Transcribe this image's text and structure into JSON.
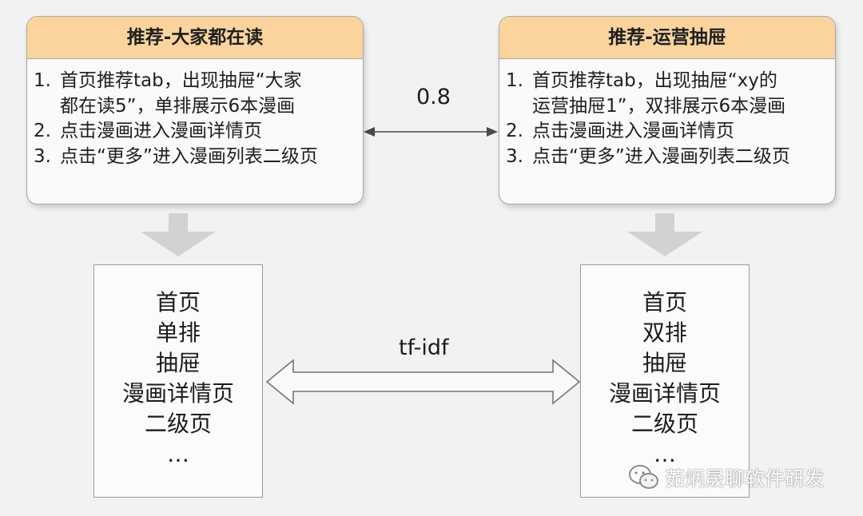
{
  "left_card": {
    "title": "推荐-大家都在读",
    "items": [
      {
        "num": "1.",
        "lines": [
          "首页推荐tab，出现抽屉“大家",
          "都在读5”，单排展示6本漫画"
        ]
      },
      {
        "num": "2.",
        "lines": [
          "点击漫画进入漫画详情页"
        ]
      },
      {
        "num": "3.",
        "lines": [
          "点击“更多”进入漫画列表二级页"
        ]
      }
    ]
  },
  "right_card": {
    "title": "推荐-运营抽屉",
    "items": [
      {
        "num": "1.",
        "lines": [
          "首页推荐tab，出现抽屉“xy的",
          "运营抽屉1”，双排展示6本漫画"
        ]
      },
      {
        "num": "2.",
        "lines": [
          "点击漫画进入漫画详情页"
        ]
      },
      {
        "num": "3.",
        "lines": [
          "点击“更多”进入漫画列表二级页"
        ]
      }
    ]
  },
  "similarity_top": "0.8",
  "similarity_bottom": "tf-idf",
  "left_box": {
    "lines": [
      "首页",
      "单排",
      "抽屉",
      "漫画详情页",
      "二级页",
      "…"
    ]
  },
  "right_box": {
    "lines": [
      "首页",
      "双排",
      "抽屉",
      "漫画详情页",
      "二级页",
      "…"
    ]
  },
  "watermark": {
    "text": "茹炳晟聊软件研发",
    "icon": "wechat-icon"
  },
  "colors": {
    "header_fill": "#fbd49d",
    "background": "#f2f2f2",
    "down_arrow": "#d2d2d2"
  }
}
